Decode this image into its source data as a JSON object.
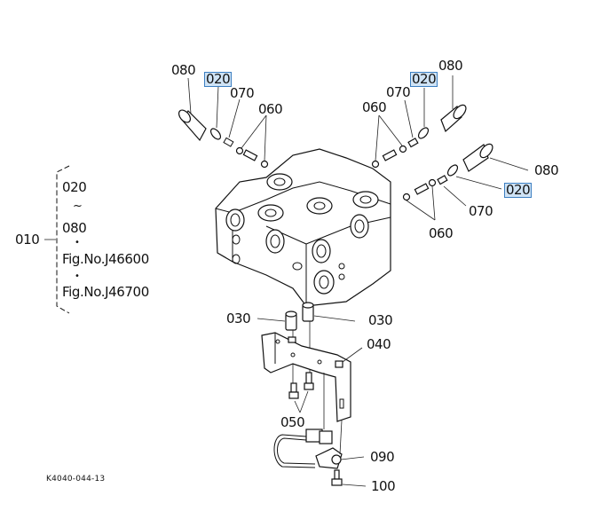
{
  "diagram": {
    "title": "Control valve assembly exploded parts diagram",
    "highlight_color": "#cfe3f5",
    "highlight_border": "#3d7fc1",
    "drawing_code": "K4040-044-13",
    "group": {
      "ref": "010",
      "range_start": "020",
      "range_sep": "~",
      "range_end": "080",
      "bullet": "•",
      "fig_refs": [
        "Fig.No.J46600",
        "Fig.No.J46700"
      ]
    },
    "callouts": {
      "left_080": "080",
      "left_020": "020",
      "left_070": "070",
      "left_060": "060",
      "right_top_080": "080",
      "right_top_020": "020",
      "right_top_070": "070",
      "right_top_060": "060",
      "right_low_080": "080",
      "right_low_020": "020",
      "right_low_070": "070",
      "right_low_060": "060",
      "spacer_left_030": "030",
      "spacer_right_030": "030",
      "bracket_040": "040",
      "bolts_050": "050",
      "switch_090": "090",
      "screw_100": "100"
    }
  }
}
